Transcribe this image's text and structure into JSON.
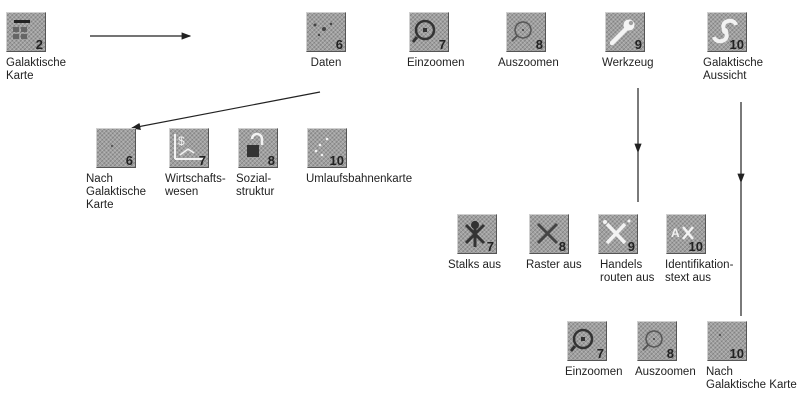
{
  "nodes": {
    "galactic_map": {
      "label": "Galaktische\nKarte",
      "num": "2"
    },
    "data": {
      "label": "Daten",
      "num": "6"
    },
    "zoom_in": {
      "label": "Einzoomen",
      "num": "7"
    },
    "zoom_out": {
      "label": "Auszoomen",
      "num": "8"
    },
    "tools": {
      "label": "Werkzeug",
      "num": "9"
    },
    "galactic_view": {
      "label": "Galaktische\nAussicht",
      "num": "10"
    },
    "back_to_map": {
      "label": "Nach\nGalaktische\nKarte",
      "num": "6"
    },
    "economy": {
      "label": "Wirtschafts-\nwesen",
      "num": "7"
    },
    "social": {
      "label": "Sozial-\nstruktur",
      "num": "8"
    },
    "orbit_map": {
      "label": "Umlaufsbahnenkarte",
      "num": "10"
    },
    "stalks_off": {
      "label": "Stalks aus",
      "num": "7"
    },
    "grid_off": {
      "label": "Raster aus",
      "num": "8"
    },
    "trade_routes_off": {
      "label": "Handels\nrouten aus",
      "num": "9"
    },
    "id_text_off": {
      "label": "Identifikation-\nstext aus",
      "num": "10"
    },
    "view_zoom_in": {
      "label": "Einzoomen",
      "num": "7"
    },
    "view_zoom_out": {
      "label": "Auszoomen",
      "num": "8"
    },
    "view_back_to_map": {
      "label": "Nach\nGalaktische Karte",
      "num": "10"
    }
  }
}
